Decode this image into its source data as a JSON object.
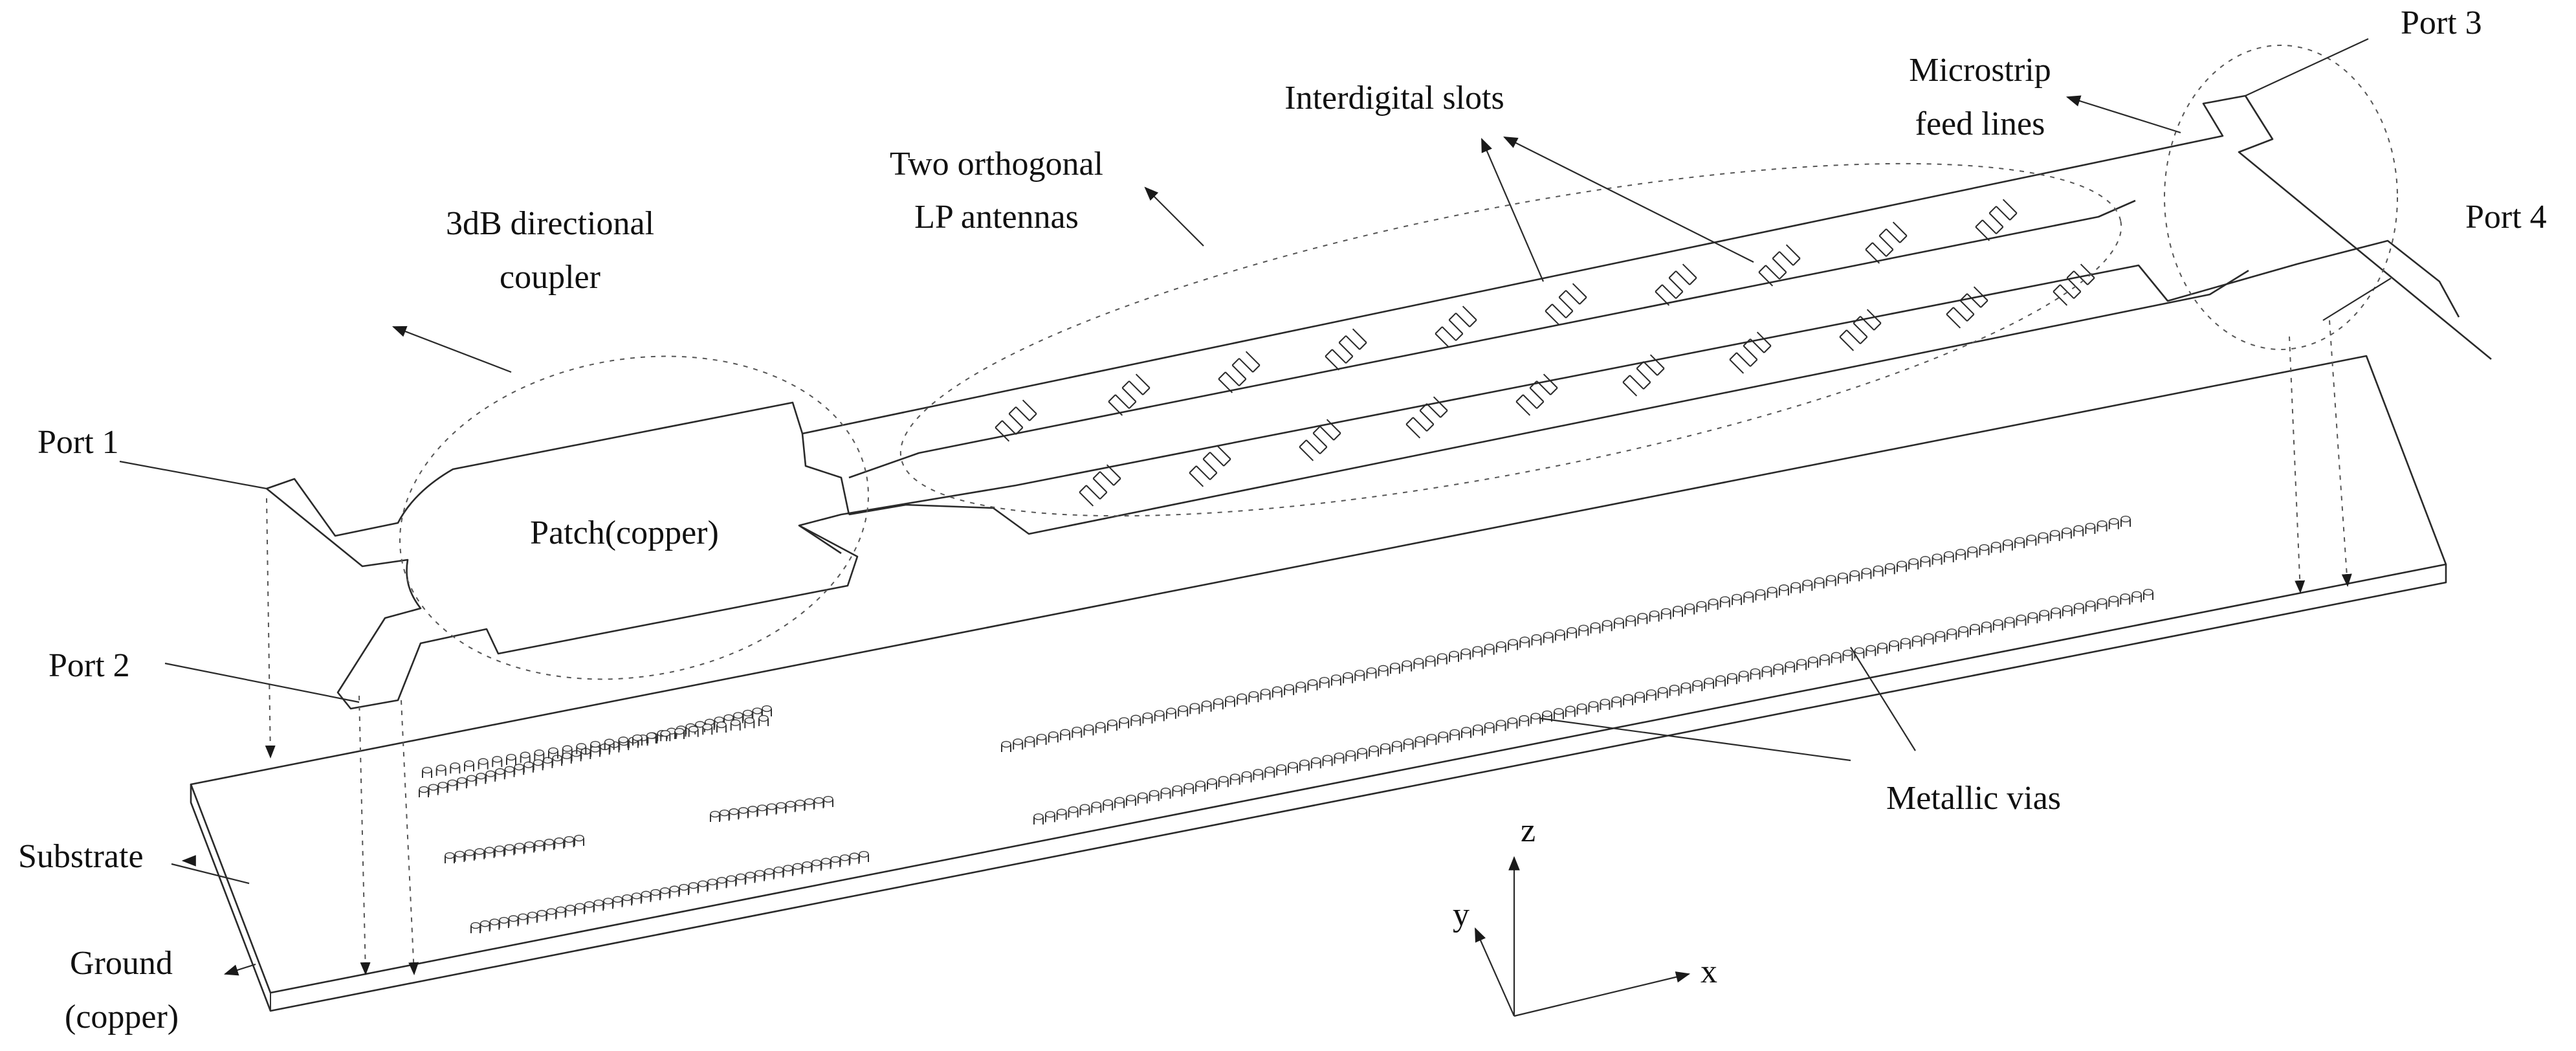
{
  "labels": {
    "port1": "Port 1",
    "port2": "Port 2",
    "port3": "Port 3",
    "port4": "Port 4",
    "coupler_line1": "3dB directional",
    "coupler_line2": "coupler",
    "antennas_line1": "Two orthogonal",
    "antennas_line2": "LP antennas",
    "slots": "Interdigital slots",
    "feed_line1": "Microstrip",
    "feed_line2": "feed lines",
    "patch": "Patch(copper)",
    "substrate": "Substrate",
    "ground_line1": "Ground",
    "ground_line2": "(copper)",
    "vias": "Metallic vias",
    "axis_x": "x",
    "axis_y": "y",
    "axis_z": "z"
  },
  "colors": {
    "line": "#2a2a2a",
    "dashed": "#555555",
    "text": "#111111",
    "background": "#ffffff"
  }
}
